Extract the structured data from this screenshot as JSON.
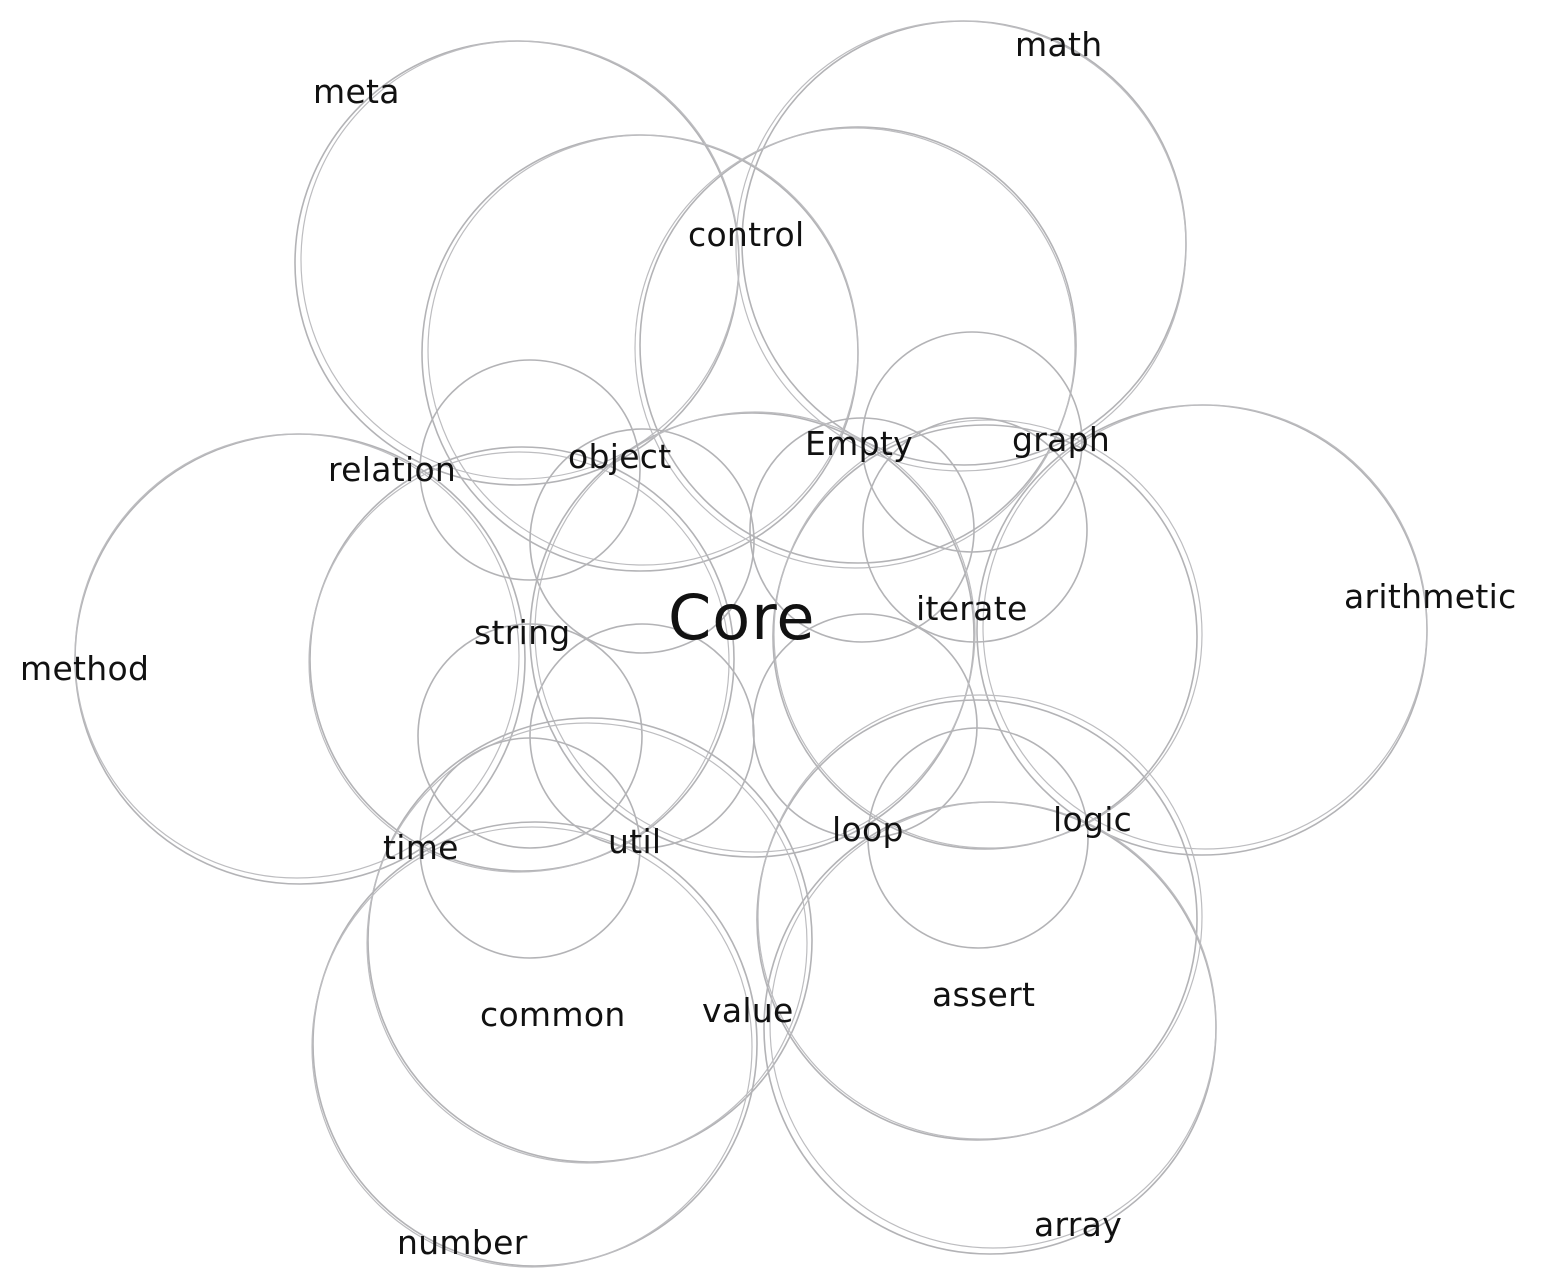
{
  "diagram": {
    "center": "Core",
    "modules": {
      "meta": "meta",
      "math": "math",
      "control": "control",
      "relation": "relation",
      "object": "object",
      "empty": "Empty",
      "graph": "graph",
      "arithmetic": "arithmetic",
      "method": "method",
      "string": "string",
      "iterate": "iterate",
      "time": "time",
      "util": "util",
      "loop": "loop",
      "logic": "logic",
      "common": "common",
      "value": "value",
      "assert": "assert",
      "number": "number",
      "array": "array"
    },
    "colors": {
      "circle_stroke": "#b3b3b6",
      "label_text": "#111111",
      "background": "#ffffff"
    }
  }
}
